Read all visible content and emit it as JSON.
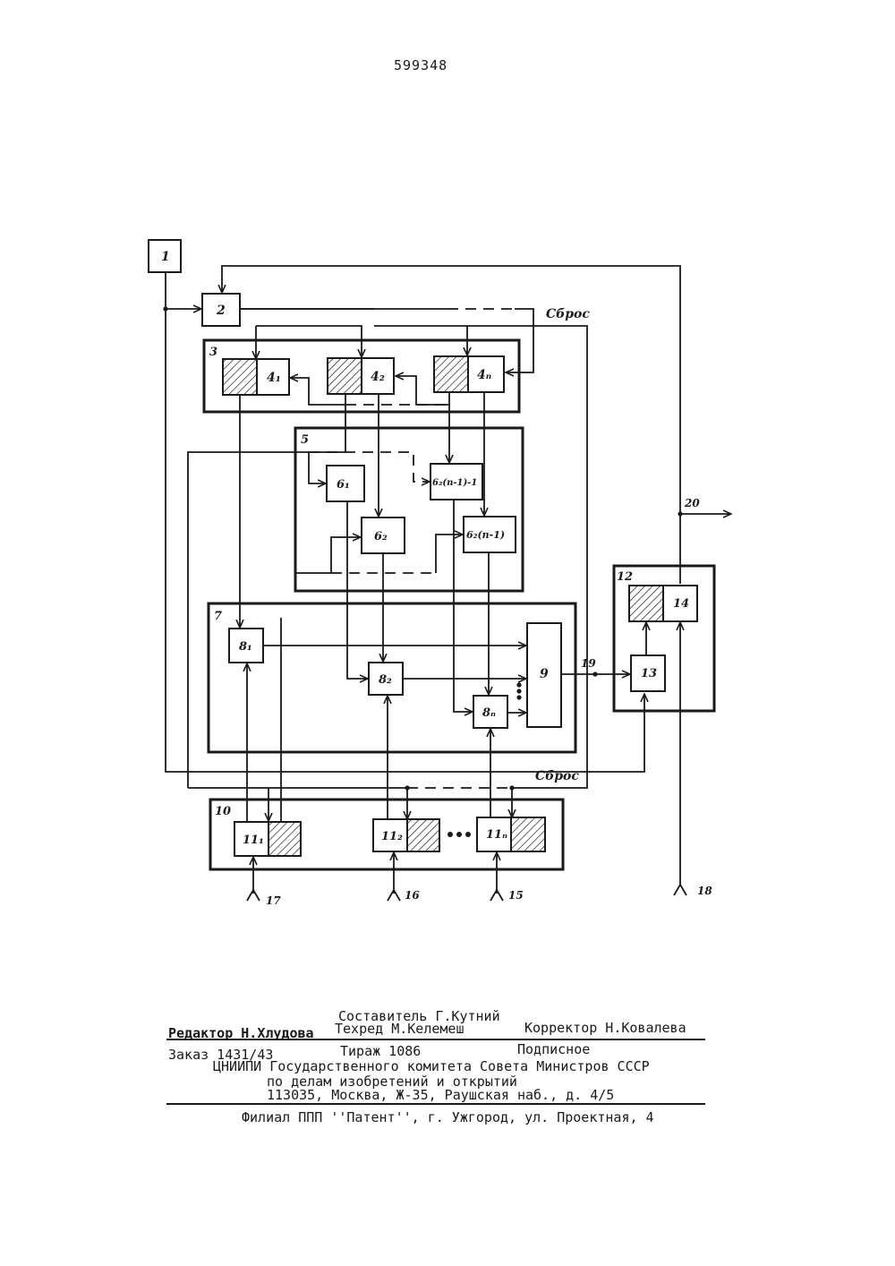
{
  "page_number": "599348",
  "diagram": {
    "labels": {
      "b1": "1",
      "b2": "2",
      "g3": "3",
      "b4_1": "4₁",
      "b4_2": "4₂",
      "b4_n": "4ₙ",
      "g5": "5",
      "b6_1": "6₁",
      "b6_2": "6₂",
      "b6_a": "6₂(n-1)-1",
      "b6_b": "6₂(n-1)",
      "g7": "7",
      "b8_1": "8₁",
      "b8_2": "8₂",
      "b8_n": "8ₙ",
      "b9": "9",
      "g10": "10",
      "b11_1": "11₁",
      "b11_2": "11₂",
      "b11_n": "11ₙ",
      "g12": "12",
      "b13": "13",
      "b14": "14",
      "reset_top": "Сброс",
      "reset_bottom": "Сброс",
      "n15": "15",
      "n16": "16",
      "n17": "17",
      "n18": "18",
      "n19": "19",
      "n20": "20"
    }
  },
  "footer": {
    "composer": "Составитель Г.Кутний",
    "editor": "Редактор Н.Хлудова",
    "techred": "Техред М.Келемеш",
    "corrector": "Корректор Н.Ковалева",
    "order": "Заказ 1431/43",
    "circulation": "Тираж 1086",
    "subscription": "Подписное",
    "org_line1": "ЦНИИПИ Государственного комитета Совета Министров СССР",
    "org_line2": "по делам изобретений и открытий",
    "address": "113035, Москва, Ж-35, Раушская наб., д. 4/5",
    "branch": "Филиал ППП ''Патент'', г. Ужгород, ул. Проектная, 4"
  }
}
